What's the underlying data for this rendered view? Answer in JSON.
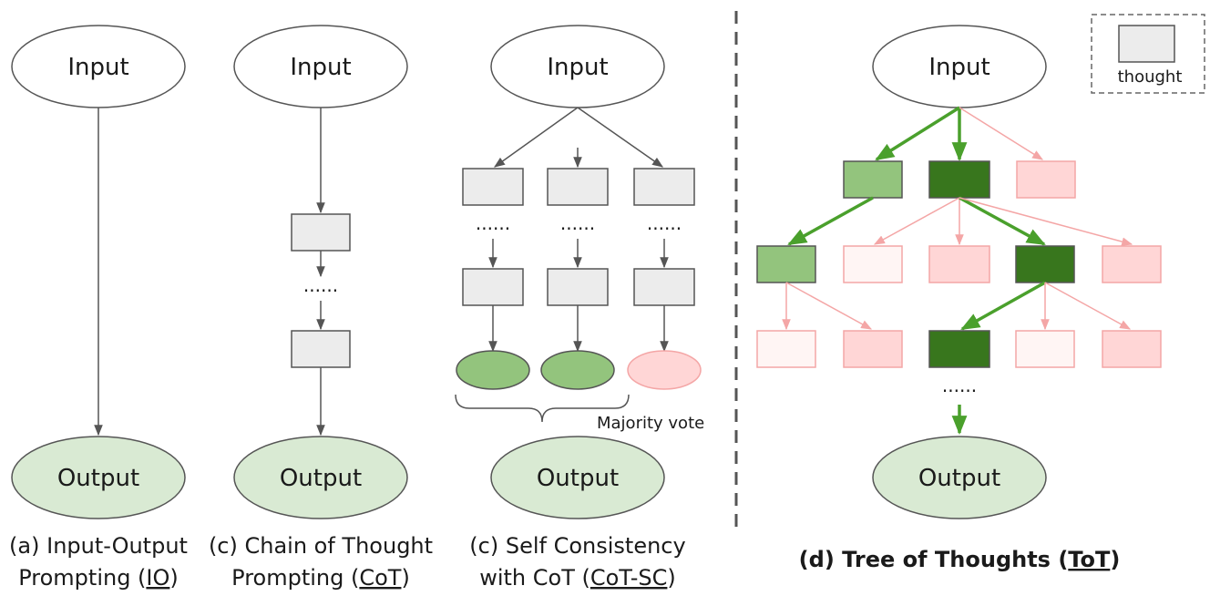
{
  "nodes": {
    "input": "Input",
    "output": "Output",
    "ellipsis": "......"
  },
  "legend": {
    "label": "thought"
  },
  "sc": {
    "vote_label": "Majority vote"
  },
  "captions": {
    "io": {
      "line1": "(a) Input-Output",
      "line2_prefix": "Prompting (",
      "abbr": "IO",
      "line2_suffix": ")"
    },
    "cot": {
      "line1": "(c) Chain of Thought",
      "line2_prefix": "Prompting (",
      "abbr": "CoT",
      "line2_suffix": ")"
    },
    "cotsc": {
      "line1": "(c) Self Consistency",
      "line2_prefix": "with CoT (",
      "abbr": "CoT-SC",
      "line2_suffix": ")"
    },
    "tot": {
      "prefix": "(d) Tree of Thoughts (",
      "abbr": "ToT",
      "suffix": ")"
    }
  },
  "colors": {
    "thought_gray": "#ececec",
    "output_green": "#d9ead3",
    "light_green": "#93c47d",
    "dark_green": "#38761d",
    "pink": "#ffd6d6",
    "pale_pink": "#fff5f4",
    "pink_stroke": "#f4a6a6",
    "edge_green": "#4aa02c",
    "edge_gray": "#555555"
  }
}
